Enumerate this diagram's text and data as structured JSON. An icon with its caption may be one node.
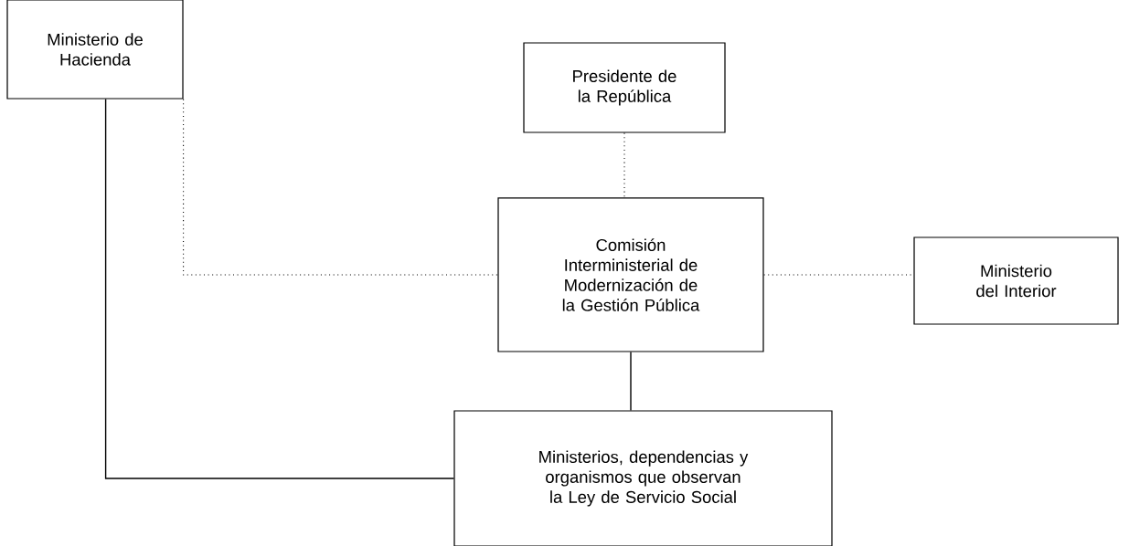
{
  "diagram": {
    "nodes": [
      {
        "text": [
          "Ministerio de Hacienda"
        ]
      },
      {
        "text": [
          "Presidente de la República"
        ]
      },
      {
        "text": [
          "Comisión Interministerial de Modernización de la Gestión Pública"
        ]
      },
      {
        "text": [
          "Ministerio del Interior"
        ]
      },
      {
        "text": [
          "Ministerios, dependencias y organismos que observan la Ley de Servicio Social"
        ]
      }
    ],
    "edges": [
      {
        "from": 1,
        "to": 2,
        "arrow": "none",
        "style": "dashed"
      },
      {
        "from": 0,
        "to": 2,
        "arrow": "none",
        "style": "dashed"
      },
      {
        "from": 2,
        "to": 3,
        "arrow": "none",
        "style": "dashed"
      },
      {
        "from": 2,
        "to": 4,
        "arrow": "none"
      },
      {
        "from": 0,
        "to": 4,
        "arrow": "none"
      }
    ]
  }
}
